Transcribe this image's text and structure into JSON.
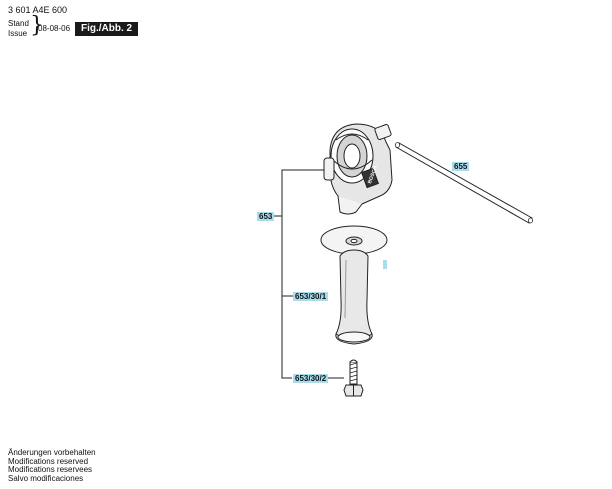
{
  "header": {
    "code": "3 601 A4E 600",
    "stand_label": "Stand",
    "issue_label": "Issue",
    "date": "08-08-06",
    "figure": "Fig./Abb. 2"
  },
  "parts": {
    "p653": "653",
    "p655": "655",
    "p653_30_1": "653/30/1",
    "p653_30_2": "653/30/2",
    "depth_gauge_brand": "BOSCH"
  },
  "footer": {
    "lines": [
      "Änderungen vorbehalten",
      "Modifications reserved",
      "Modifications reservees",
      "Salvo modificaciones"
    ]
  }
}
